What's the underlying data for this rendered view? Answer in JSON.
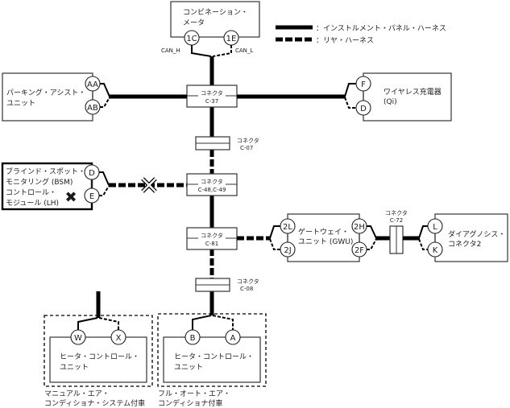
{
  "legend": {
    "solid_label": "：インストルメント・パネル・ハーネス",
    "dashed_label": "：リヤ・ハーネス"
  },
  "modules": {
    "combination_meter": {
      "line1": "コンビネーション・",
      "line2": "メータ",
      "pins": [
        "1C",
        "1E"
      ],
      "signals": [
        "CAN_H",
        "CAN_L"
      ]
    },
    "parking_assist": {
      "line1": "パーキング・アシスト・",
      "line2": "ユニット",
      "pins": [
        "AA",
        "AB"
      ]
    },
    "wireless_charger": {
      "line1": "ワイヤレス充電器",
      "line2": "(Qi)",
      "pins": [
        "F",
        "D"
      ]
    },
    "bsm": {
      "line1": "ブラインド・スポット・",
      "line2": "モニタリング (BSM)",
      "line3": "コントロール・",
      "line4": "モジュール (LH)",
      "pins": [
        "D",
        "E"
      ],
      "fault_mark": "✖"
    },
    "gateway": {
      "line1": "ゲートウェイ・",
      "line2": "ユニット (GWU)",
      "pins_left": [
        "2L",
        "2J"
      ],
      "pins_right": [
        "2H",
        "2F"
      ]
    },
    "diag_connector": {
      "line1": "ダイアグノシス・",
      "line2": "コネクタ2",
      "pins": [
        "L",
        "K"
      ]
    },
    "heater_manual": {
      "line1": "ヒータ・コントロール・",
      "line2": "ユニット",
      "pins": [
        "W",
        "X"
      ],
      "caption1": "マニュアル・エア・",
      "caption2": "コンディショナ・システム付車"
    },
    "heater_auto": {
      "line1": "ヒータ・コントロール・",
      "line2": "ユニット",
      "pins": [
        "B",
        "A"
      ],
      "caption1": "フル・オート・エア・",
      "caption2": "コンディショナ付車"
    }
  },
  "connectors": {
    "c37": {
      "title": "コネクタ",
      "id": "C-37"
    },
    "c07": {
      "title": "コネクタ",
      "id": "C-07"
    },
    "c48": {
      "title": "コネクタ",
      "id": "C-48,C-49"
    },
    "c81": {
      "title": "コネクタ",
      "id": "C-81"
    },
    "c72": {
      "title": "コネクタ",
      "id": "C-72"
    },
    "c08": {
      "title": "コネクタ",
      "id": "C-08"
    }
  },
  "open_circuit_mark": "✕"
}
